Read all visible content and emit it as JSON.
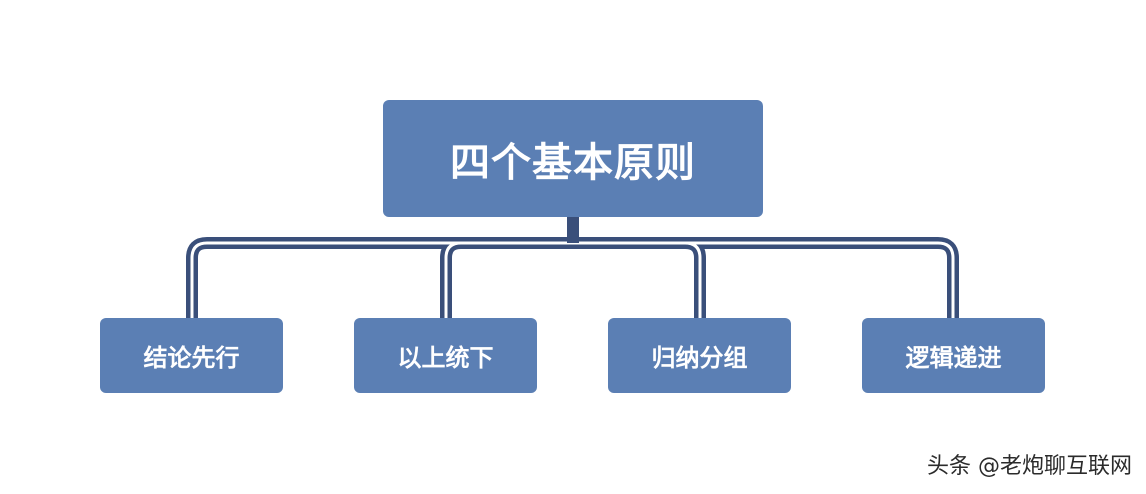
{
  "diagram": {
    "root": {
      "label": "四个基本原则"
    },
    "children": [
      {
        "label": "结论先行"
      },
      {
        "label": "以上统下"
      },
      {
        "label": "归纳分组"
      },
      {
        "label": "逻辑递进"
      }
    ]
  },
  "watermark": "头条 @老炮聊互联网",
  "colors": {
    "node_fill": "#5b7fb4",
    "node_text": "#ffffff",
    "connector_dark": "#3a4f7a",
    "connector_light": "#ffffff"
  }
}
